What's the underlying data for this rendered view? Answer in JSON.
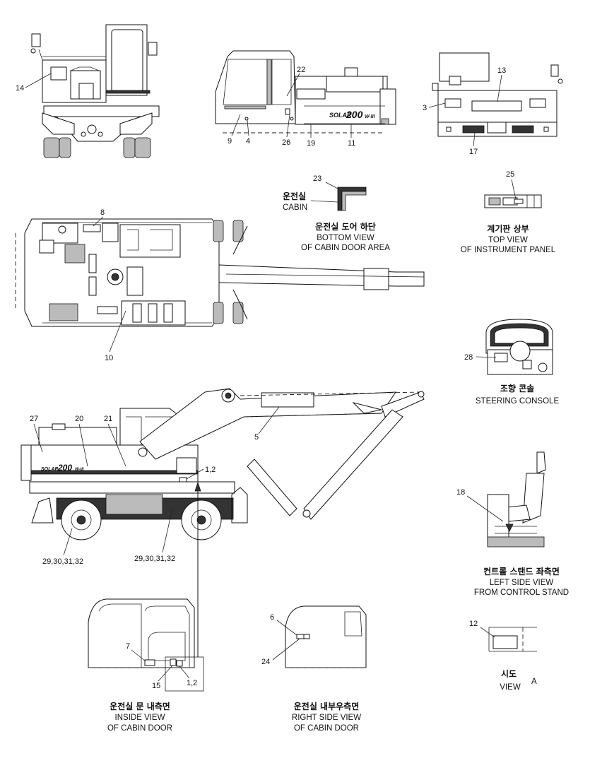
{
  "callouts": {
    "n14": "14",
    "n22": "22",
    "n9": "9",
    "n4": "4",
    "n26": "26",
    "n19": "19",
    "n11": "11",
    "n13": "13",
    "n3": "3",
    "n17": "17",
    "n23": "23",
    "n25": "25",
    "n8": "8",
    "n10": "10",
    "n28": "28",
    "n27": "27",
    "n20": "20",
    "n21": "21",
    "n5": "5",
    "n12a": "1,2",
    "n29a": "29,30,31,32",
    "n29b": "29,30,31,32",
    "n18": "18",
    "n6": "6",
    "n24": "24",
    "n7": "7",
    "n15": "15",
    "n12b": "1,2",
    "n12": "12"
  },
  "captions": {
    "cabin_ko": "운전실",
    "cabin_en": "CABIN",
    "bottom_ko": "운전실 도어 하단",
    "bottom_en1": "BOTTOM VIEW",
    "bottom_en2": "OF CABIN DOOR AREA",
    "instr_ko": "계기판 상부",
    "instr_en1": "TOP VIEW",
    "instr_en2": "OF INSTRUMENT PANEL",
    "steer_ko": "조향 콘솔",
    "steer_en": "STEERING CONSOLE",
    "stand_ko": "컨트롤 스탠드 좌측면",
    "stand_en1": "LEFT SIDE VIEW",
    "stand_en2": "FROM CONTROL STAND",
    "inside_ko": "운전실 문 내측면",
    "inside_en1": "INSIDE VIEW",
    "inside_en2": "OF CABIN DOOR",
    "right_ko": "운전실 내부우측면",
    "right_en1": "RIGHT SIDE VIEW",
    "right_en2": "OF CABIN DOOR",
    "view_ko": "시도",
    "view_en": "VIEW",
    "view_letter": "A"
  },
  "branding": {
    "solar_side": "SOLAR",
    "model_side": "200",
    "suffix_side": "W-III"
  }
}
